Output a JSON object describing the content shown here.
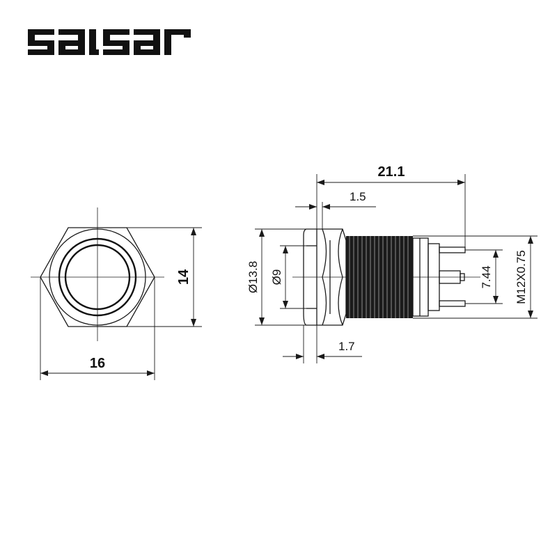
{
  "brand": {
    "logo_text": "salsar"
  },
  "dimensions": {
    "hex_width": "16",
    "hex_height": "14",
    "total_length": "21.1",
    "head_thickness": "1.5",
    "flange_thickness": "1.7",
    "outer_diameter": "Ø13.8",
    "inner_diameter": "Ø9",
    "terminal_spacing": "7.44",
    "thread": "M12X0.75"
  }
}
